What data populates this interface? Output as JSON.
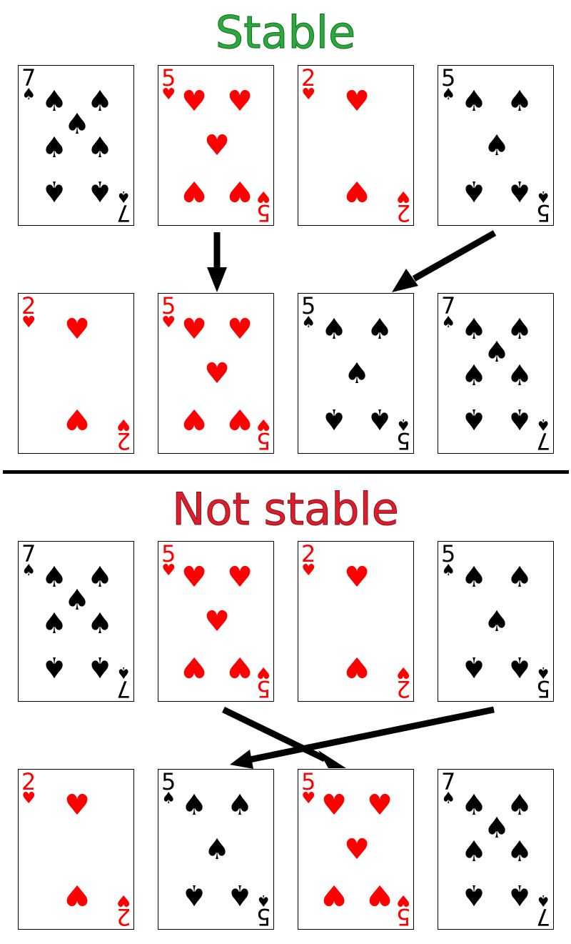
{
  "titles": {
    "stable": "Stable",
    "not_stable": "Not stable"
  },
  "colors": {
    "stable": "#2ca83c",
    "not_stable": "#dc1e2c",
    "red_suit": "#ff0000",
    "black_suit": "#000000"
  },
  "rows": [
    {
      "id": "stable-input",
      "cards": [
        {
          "rank": "7",
          "suit": "♠",
          "color": "black"
        },
        {
          "rank": "5",
          "suit": "♥",
          "color": "red"
        },
        {
          "rank": "2",
          "suit": "♥",
          "color": "red"
        },
        {
          "rank": "5",
          "suit": "♠",
          "color": "black"
        }
      ]
    },
    {
      "id": "stable-output",
      "cards": [
        {
          "rank": "2",
          "suit": "♥",
          "color": "red"
        },
        {
          "rank": "5",
          "suit": "♥",
          "color": "red"
        },
        {
          "rank": "5",
          "suit": "♠",
          "color": "black"
        },
        {
          "rank": "7",
          "suit": "♠",
          "color": "black"
        }
      ]
    },
    {
      "id": "unstable-input",
      "cards": [
        {
          "rank": "7",
          "suit": "♠",
          "color": "black"
        },
        {
          "rank": "5",
          "suit": "♥",
          "color": "red"
        },
        {
          "rank": "2",
          "suit": "♥",
          "color": "red"
        },
        {
          "rank": "5",
          "suit": "♠",
          "color": "black"
        }
      ]
    },
    {
      "id": "unstable-output",
      "cards": [
        {
          "rank": "2",
          "suit": "♥",
          "color": "red"
        },
        {
          "rank": "5",
          "suit": "♠",
          "color": "black"
        },
        {
          "rank": "5",
          "suit": "♥",
          "color": "red"
        },
        {
          "rank": "7",
          "suit": "♠",
          "color": "black"
        }
      ]
    }
  ]
}
